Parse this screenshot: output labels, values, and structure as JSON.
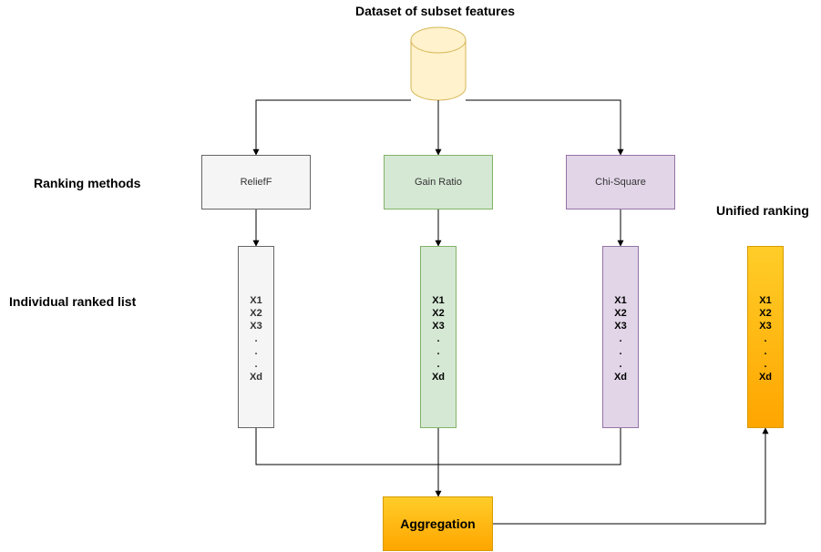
{
  "title": "Dataset of subset features",
  "labels": {
    "ranking_methods": "Ranking methods",
    "individual_ranked_list": "Individual ranked list",
    "unified_ranking": "Unified ranking"
  },
  "methods": [
    {
      "label": "ReliefF",
      "fill": "#f5f5f5",
      "border": "#666666"
    },
    {
      "label": "Gain Ratio",
      "fill": "#d5e8d4",
      "border": "#82b366"
    },
    {
      "label": "Chi-Square",
      "fill": "#e1d5e7",
      "border": "#9673a6"
    }
  ],
  "ranked_list_items": [
    "X1",
    "X2",
    "X3",
    ".",
    ".",
    ".",
    "Xd"
  ],
  "aggregation": {
    "label": "Aggregation"
  },
  "colors": {
    "database_fill": "#fff2cc",
    "database_stroke": "#d6b656",
    "orange_top": "#ffcd28",
    "orange_bottom": "#ffa500",
    "orange_stroke": "#d79b00"
  }
}
